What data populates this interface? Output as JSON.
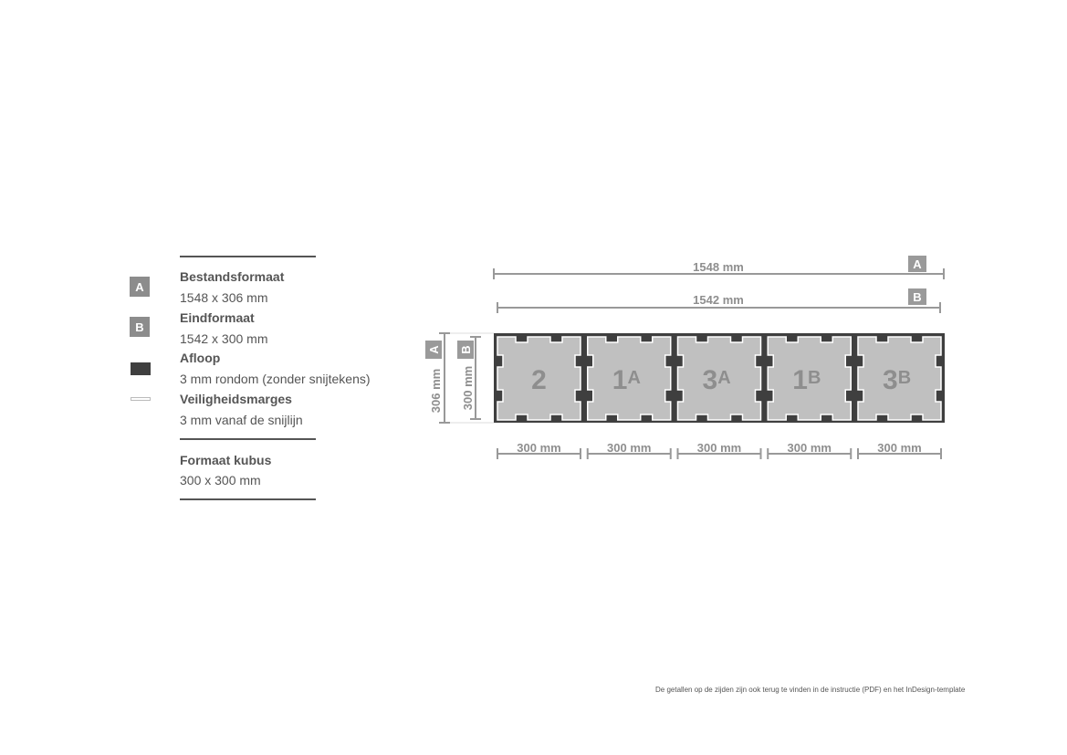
{
  "legend": {
    "badge_a": "A",
    "badge_b": "B",
    "file_format_title": "Bestandsformaat",
    "file_format_value": "1548 x 306 mm",
    "final_format_title": "Eindformaat",
    "final_format_value": "1542 x 300 mm",
    "bleed_title": "Afloop",
    "bleed_value": "3 mm rondom (zonder snijtekens)",
    "safety_title": "Veiligheidsmarges",
    "safety_value": "3 mm vanaf de snijlijn",
    "cube_title": "Formaat kubus",
    "cube_value": "300 x 300 mm"
  },
  "diagram": {
    "top_dim_a": "1548 mm",
    "top_badge_a": "A",
    "top_dim_b": "1542 mm",
    "top_badge_b": "B",
    "side_badge_a": "A",
    "side_badge_b": "B",
    "side_dim_a": "306 mm",
    "side_dim_b": "300 mm",
    "panels": [
      {
        "number": "2",
        "letter": ""
      },
      {
        "number": "1",
        "letter": "A"
      },
      {
        "number": "3",
        "letter": "A"
      },
      {
        "number": "1",
        "letter": "B"
      },
      {
        "number": "3",
        "letter": "B"
      }
    ],
    "bottom_dims": [
      "300 mm",
      "300 mm",
      "300 mm",
      "300 mm",
      "300 mm"
    ],
    "colors": {
      "bleed": "#3f3f3f",
      "panel": "#c0c0c0",
      "dim": "#999999",
      "label": "#8e8e8e"
    }
  },
  "footnote": "De getallen op de zijden zijn ook terug te vinden in de instructie (PDF) en het InDesign-template"
}
